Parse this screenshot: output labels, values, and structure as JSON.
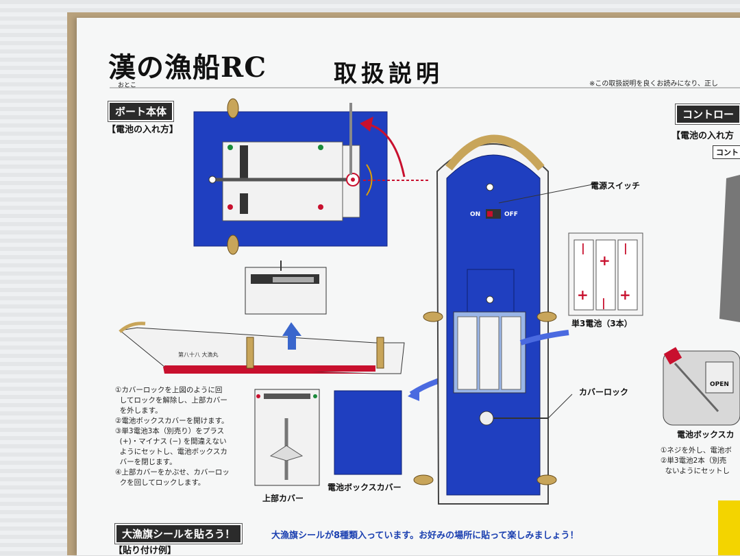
{
  "header": {
    "title": "漢の漁船RC",
    "ruby": "おとこ",
    "subtitle": "取扱説明",
    "note": "※この取扱説明を良くお読みになり、正し"
  },
  "boat_section": {
    "header": "ボート本体",
    "subheader": "【電池の入れ方】",
    "steps": "①カバーロックを上図のように回\n  してロックを解除し、上部カバー\n  を外します。\n②電池ボックスカバーを開けます。\n③単3電池3本（別売り）をプラス\n  (+)・マイナス (−) を間違えない\n  ようにセットし、電池ボックスカ\n  バーを閉じます。\n④上部カバーをかぶせ、カバーロッ\n  クを回してロックします。",
    "label_top_cover": "上部カバー",
    "label_battery_cover": "電池ボックスカバー",
    "label_power_switch": "電源スイッチ",
    "switch_on": "ON",
    "switch_off": "OFF",
    "label_batteries": "単3電池（3本）",
    "label_cover_lock": "カバーロック",
    "hull_name": "第八十八 大漁丸"
  },
  "controller_section": {
    "header": "コントロー",
    "subheader": "【電池の入れ方",
    "tab": "コント",
    "box_label": "電池ボックスカ",
    "open": "OPEN",
    "steps": "①ネジを外し、電池ボ\n②単3電池2本（別売\n  ないようにセットし"
  },
  "flag_section": {
    "header": "大漁旗シールを貼ろう！",
    "text": "大漁旗シールが8種類入っています。お好みの場所に貼って楽しみましょう！",
    "example": "【貼り付け例】"
  },
  "colors": {
    "blue": "#1f3fc0",
    "red": "#c8102e",
    "tan": "#c8a55a"
  }
}
